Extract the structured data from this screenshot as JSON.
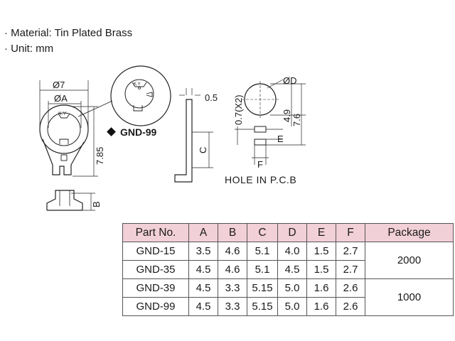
{
  "specs": {
    "material": "· Material: Tin Plated Brass",
    "unit": "· Unit: mm"
  },
  "drawing": {
    "model_label": "GND-99",
    "dims": {
      "phi7": "Ø7",
      "phiA": "ØA",
      "ky": "K.Y",
      "h785": "7.85",
      "B": "B",
      "t05": "0.5",
      "C": "C",
      "phiD": "ØD",
      "h07x2": "0.7(X2)",
      "h49": "4.9",
      "h76": "7.6",
      "E": "E",
      "F": "F"
    },
    "hole_caption": "HOLE IN P.C.B"
  },
  "table": {
    "headers": [
      "Part No.",
      "A",
      "B",
      "C",
      "D",
      "E",
      "F",
      "Package"
    ],
    "rows": [
      {
        "part": "GND-15",
        "A": "3.5",
        "B": "4.6",
        "C": "5.1",
        "D": "4.0",
        "E": "1.5",
        "F": "2.7"
      },
      {
        "part": "GND-35",
        "A": "4.5",
        "B": "4.6",
        "C": "5.1",
        "D": "4.5",
        "E": "1.5",
        "F": "2.7"
      },
      {
        "part": "GND-39",
        "A": "4.5",
        "B": "3.3",
        "C": "5.15",
        "D": "5.0",
        "E": "1.6",
        "F": "2.6"
      },
      {
        "part": "GND-99",
        "A": "4.5",
        "B": "3.3",
        "C": "5.15",
        "D": "5.0",
        "E": "1.6",
        "F": "2.6"
      }
    ],
    "package_groups": [
      "2000",
      "1000"
    ]
  }
}
